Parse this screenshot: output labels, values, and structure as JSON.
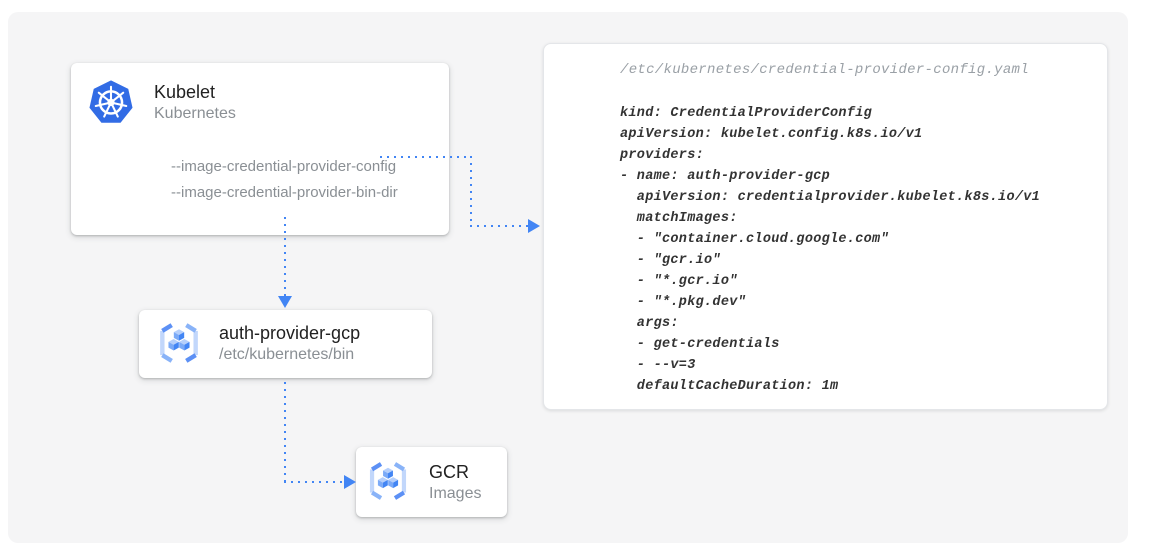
{
  "colors": {
    "panel_bg": "#f5f5f6",
    "arrow_blue": "#4285f4",
    "kubernetes_blue": "#326ce5",
    "title_text": "#212121",
    "subtitle_text": "#8a8f94",
    "code_text": "#333333",
    "code_path_text": "#9aa0a6"
  },
  "icons": {
    "kubelet": "kubernetes-logo",
    "auth_provider": "gcr-cubes-icon",
    "gcr": "gcr-cubes-icon"
  },
  "nodes": {
    "kubelet": {
      "title": "Kubelet",
      "subtitle": "Kubernetes",
      "flags": [
        "--image-credential-provider-config",
        "--image-credential-provider-bin-dir"
      ]
    },
    "auth_provider": {
      "title": "auth-provider-gcp",
      "subtitle": "/etc/kubernetes/bin"
    },
    "gcr": {
      "title": "GCR",
      "subtitle": "Images"
    }
  },
  "config_file": {
    "path": "/etc/kubernetes/credential-provider-config.yaml",
    "lines": [
      "kind: CredentialProviderConfig",
      "apiVersion: kubelet.config.k8s.io/v1",
      "providers:",
      "- name: auth-provider-gcp",
      "  apiVersion: credentialprovider.kubelet.k8s.io/v1",
      "  matchImages:",
      "  - \"container.cloud.google.com\"",
      "  - \"gcr.io\"",
      "  - \"*.gcr.io\"",
      "  - \"*.pkg.dev\"",
      "  args:",
      "  - get-credentials",
      "  - --v=3",
      "  defaultCacheDuration: 1m"
    ]
  },
  "connections": [
    {
      "from": "kubelet-config-flag",
      "to": "credential-provider-config-yaml",
      "style": "dotted-arrow"
    },
    {
      "from": "kubelet",
      "to": "auth-provider-gcp",
      "style": "dotted-arrow"
    },
    {
      "from": "auth-provider-gcp",
      "to": "gcr-images",
      "style": "dotted-arrow"
    }
  ]
}
